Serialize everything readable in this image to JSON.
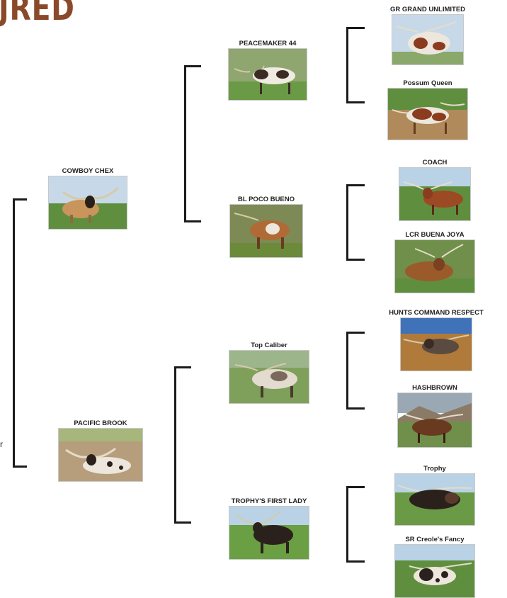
{
  "header": {
    "title_fragment": "JRED"
  },
  "edge_text": "r",
  "pedigree": {
    "sire": {
      "name": "COWBOY CHEX"
    },
    "dam": {
      "name": "PACIFIC BROOK"
    },
    "sire_sire": {
      "name": "PEACEMAKER 44"
    },
    "sire_dam": {
      "name": "BL POCO BUENO"
    },
    "dam_sire": {
      "name": "Top Caliber"
    },
    "dam_dam": {
      "name": "TROPHY'S FIRST LADY"
    },
    "gen3": [
      {
        "name": "GR GRAND UNLIMITED"
      },
      {
        "name": "Possum Queen"
      },
      {
        "name": "COACH"
      },
      {
        "name": "LCR BUENA JOYA"
      },
      {
        "name": "HUNTS COMMAND RESPECT"
      },
      {
        "name": "HASHBROWN"
      },
      {
        "name": "Trophy"
      },
      {
        "name": "SR Creole's Fancy"
      }
    ]
  },
  "photo_palette": {
    "sky": "#b9d2e6",
    "grass": "#5f8f3e",
    "dirt": "#b08a5a",
    "hide_red": "#8b3c1e",
    "hide_white": "#ece6dc",
    "hide_dark": "#2b211c"
  }
}
